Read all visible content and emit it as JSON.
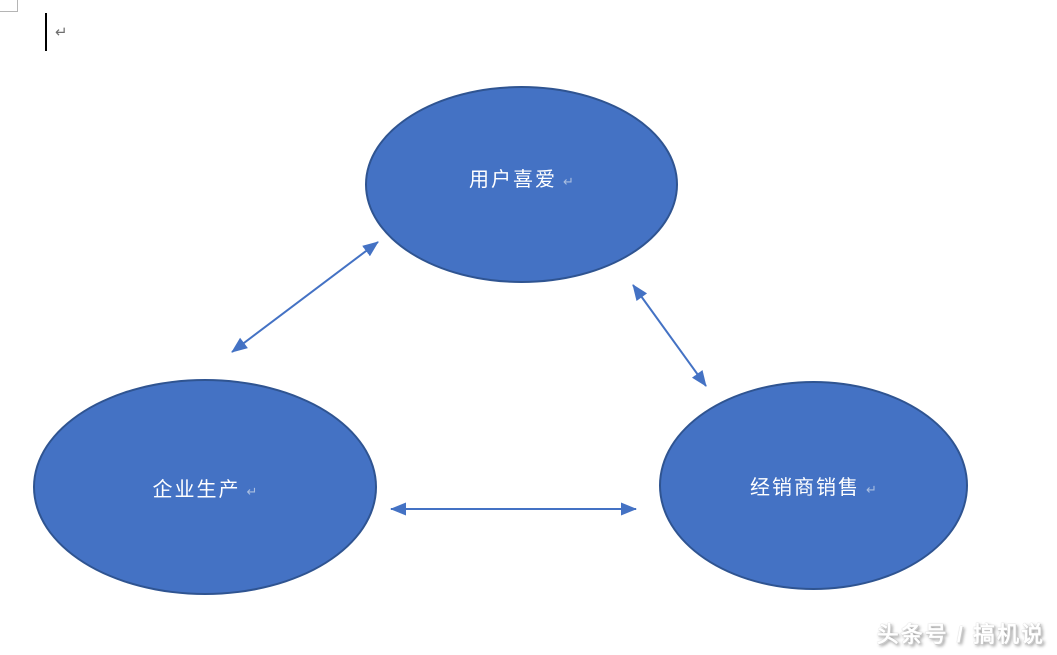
{
  "document": {
    "background": "#FFFFFF",
    "formatting_marks": {
      "paragraph_return_symbol": "↵"
    }
  },
  "diagram": {
    "connector_color": "#4472C4",
    "shapes": [
      {
        "label": "用户喜爱",
        "fill": "#4472C4",
        "border": "#2F5491",
        "text_color": "#FFFFFF"
      },
      {
        "label": "企业生产",
        "fill": "#4472C4",
        "border": "#2F5491",
        "text_color": "#FFFFFF"
      },
      {
        "label": "经销商销售",
        "fill": "#4472C4",
        "border": "#2F5491",
        "text_color": "#FFFFFF"
      }
    ],
    "connectors": [
      {
        "between": [
          "用户喜爱",
          "企业生产"
        ],
        "type": "double-arrow"
      },
      {
        "between": [
          "用户喜爱",
          "经销商销售"
        ],
        "type": "double-arrow"
      },
      {
        "between": [
          "企业生产",
          "经销商销售"
        ],
        "type": "double-arrow"
      }
    ]
  },
  "watermark": {
    "text": "头条号 / 搞机说",
    "color": "#FFFFFF"
  }
}
